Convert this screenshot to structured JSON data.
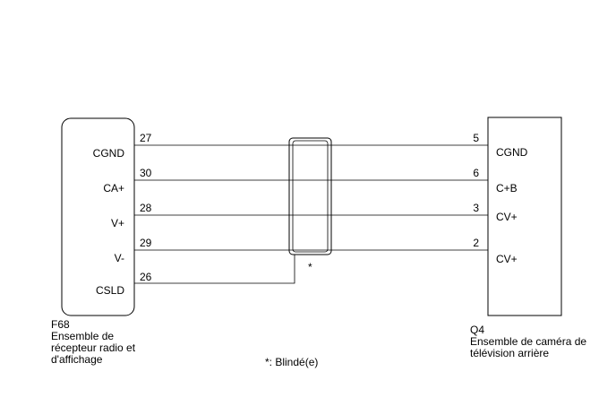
{
  "left_connector": {
    "id": "F68",
    "name_lines": [
      "Ensemble de",
      "récepteur radio et",
      "d'affichage"
    ],
    "signals": [
      "CGND",
      "CA+",
      "V+",
      "V-",
      "CSLD"
    ]
  },
  "right_connector": {
    "id": "Q4",
    "name_lines": [
      "Ensemble de caméra de",
      "télévision arrière"
    ],
    "signals": [
      "CGND",
      "C+B",
      "CV+",
      "CV+"
    ]
  },
  "wires": [
    {
      "left_pin": "27",
      "right_pin": "5"
    },
    {
      "left_pin": "30",
      "right_pin": "6"
    },
    {
      "left_pin": "28",
      "right_pin": "3"
    },
    {
      "left_pin": "29",
      "right_pin": "2"
    },
    {
      "left_pin": "26",
      "right_pin": null
    }
  ],
  "shield": {
    "marker": "*",
    "note": "*: Blindé(e)"
  },
  "colors": {
    "wire": "#000000",
    "box": "#000000",
    "background": "#ffffff"
  }
}
